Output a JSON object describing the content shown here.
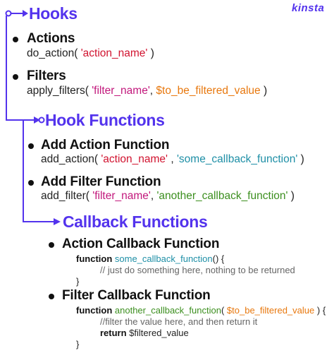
{
  "logo": "kinsta",
  "hooks": {
    "title": "Hooks",
    "actions": {
      "label": "Actions",
      "call_fn": "do_action(",
      "call_arg": "'action_name'",
      "call_end": ")"
    },
    "filters": {
      "label": "Filters",
      "call_fn": "apply_filters(",
      "call_arg1": "'filter_name'",
      "call_sep": ",",
      "call_arg2": "$to_be_filtered_value",
      "call_end": ")"
    }
  },
  "hook_functions": {
    "title": "Hook Functions",
    "add_action": {
      "label": "Add Action Function",
      "call_fn": "add_action(",
      "call_arg1": "'action_name'",
      "call_sep": ",",
      "call_arg2": "'some_callback_function'",
      "call_end": ")"
    },
    "add_filter": {
      "label": "Add Filter Function",
      "call_fn": "add_filter(",
      "call_arg1": "'filter_name'",
      "call_sep": ",",
      "call_arg2": "'another_callback_function'",
      "call_end": ")"
    }
  },
  "callback_functions": {
    "title": "Callback Functions",
    "action_cb": {
      "label": "Action Callback Function",
      "kw": "function",
      "name": "some_callback_function",
      "sig_end": "() {",
      "comment": "// just do something here, nothing to be returned",
      "close": "}"
    },
    "filter_cb": {
      "label": "Filter Callback Function",
      "kw": "function",
      "name": "another_callback_function",
      "sig_open": "(",
      "param": "$to_be_filtered_value",
      "sig_end": ") {",
      "comment": "//filter the value here, and then return it",
      "ret_kw": "return",
      "ret_val": "$filtered_value",
      "close": "}"
    }
  },
  "colors": {
    "accent": "#5333ed",
    "string_red": "#d1132f",
    "string_magenta": "#c2187c",
    "variable_orange": "#e8780e",
    "string_teal": "#1e8fa6",
    "function_green": "#3c8f1f",
    "comment_gray": "#666666"
  }
}
